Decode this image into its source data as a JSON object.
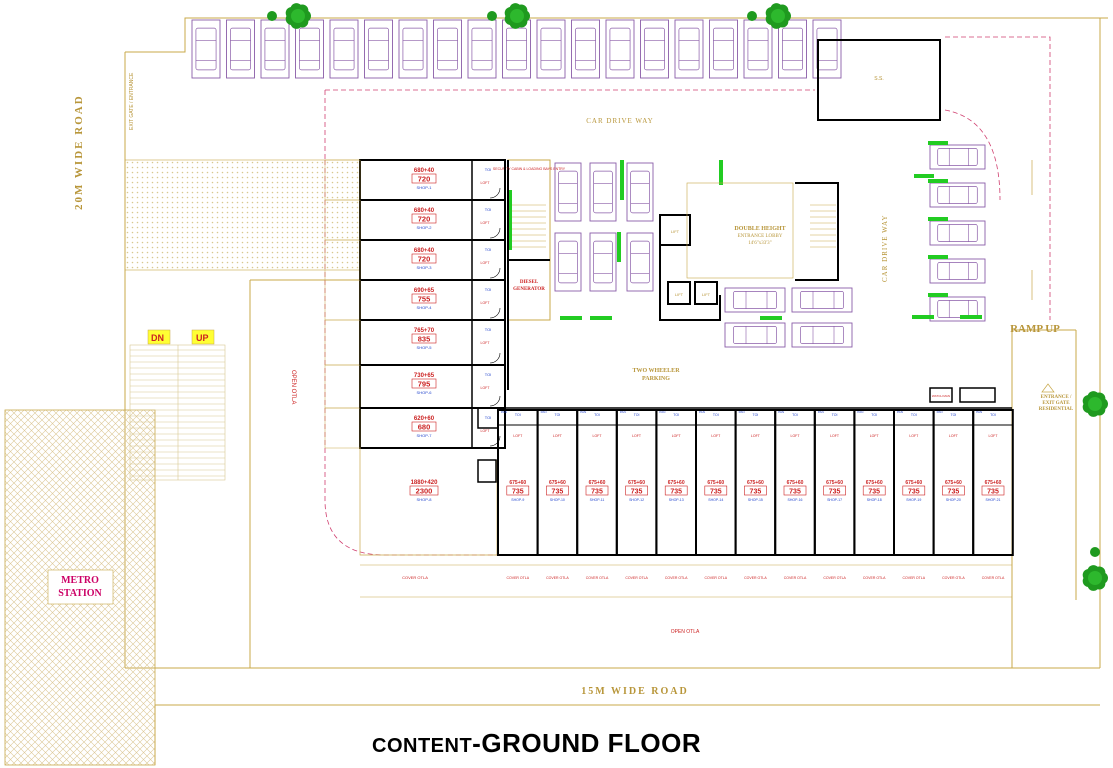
{
  "title": {
    "prefix": "CONTENT",
    "main": "GROUND FLOOR"
  },
  "roads": {
    "left": "20M WIDE ROAD",
    "bottom": "15M WIDE ROAD",
    "left_entry": "EXIT GATE / ENTRANCE"
  },
  "labels": {
    "car_drive_top": "CAR DRIVE WAY",
    "car_drive_right": "CAR DRIVE WAY",
    "ramp_up": "RAMP UP",
    "two_wheeler": "TWO WHEELER",
    "parking": "PARKING",
    "metro_1": "METRO",
    "metro_2": "STATION",
    "dn": "DN",
    "up": "UP",
    "sub_station": "S.S.",
    "diesel_1": "DIESEL",
    "diesel_2": "GENERATOR",
    "lobby_1": "DOUBLE HEIGHT",
    "lobby_2": "ENTRANCE LOBBY",
    "lobby_3": "14'6\"x33'3\"",
    "security": "SECURITY CABIN & LOADING BAYS ENTRY",
    "entrance_res_1": "ENTRANCE /",
    "entrance_res_2": "EXIT GATE",
    "entrance_res_3": "RESIDENTIAL",
    "open_otla": "OPEN OTLA",
    "covered_otla": "COVER OTLA",
    "loft": "LOFT",
    "toilet": "TOI",
    "pan": "PAN",
    "open_otla_side": "OPEN OTLA",
    "watch": "WATCH MAN",
    "lift": "LIFT"
  },
  "shops_left": [
    {
      "dim": "680+40",
      "area": "720",
      "name": "SHOP-1"
    },
    {
      "dim": "680+40",
      "area": "720",
      "name": "SHOP-2"
    },
    {
      "dim": "680+40",
      "area": "720",
      "name": "SHOP-3"
    },
    {
      "dim": "690+65",
      "area": "755",
      "name": "SHOP-4"
    },
    {
      "dim": "765+70",
      "area": "835",
      "name": "SHOP-5"
    },
    {
      "dim": "730+65",
      "area": "795",
      "name": "SHOP-6"
    },
    {
      "dim": "620+60",
      "area": "680",
      "name": "SHOP-7"
    },
    {
      "dim": "1880+420",
      "area": "2300",
      "name": "SHOP-8"
    }
  ],
  "shops_bottom": [
    {
      "dim": "675+60",
      "area": "735",
      "name": "SHOP-9"
    },
    {
      "dim": "675+60",
      "area": "735",
      "name": "SHOP-10"
    },
    {
      "dim": "675+60",
      "area": "735",
      "name": "SHOP-11"
    },
    {
      "dim": "675+60",
      "area": "735",
      "name": "SHOP-12"
    },
    {
      "dim": "675+60",
      "area": "735",
      "name": "SHOP-13"
    },
    {
      "dim": "675+60",
      "area": "735",
      "name": "SHOP-14"
    },
    {
      "dim": "675+60",
      "area": "735",
      "name": "SHOP-15"
    },
    {
      "dim": "675+60",
      "area": "735",
      "name": "SHOP-16"
    },
    {
      "dim": "675+60",
      "area": "735",
      "name": "SHOP-17"
    },
    {
      "dim": "675+60",
      "area": "735",
      "name": "SHOP-18"
    },
    {
      "dim": "675+60",
      "area": "735",
      "name": "SHOP-19"
    },
    {
      "dim": "675+60",
      "area": "735",
      "name": "SHOP-20"
    },
    {
      "dim": "675+60",
      "area": "735",
      "name": "SHOP-21"
    }
  ],
  "colors": {
    "boundary": "#c8a84a",
    "wall": "#000000",
    "car": "#8a5ca8",
    "green_mark": "#22cc22",
    "shop_dim": "#cc2222",
    "shop_area_box": "#cc2222",
    "shop_name": "#2244cc",
    "road_text": "#b8963a",
    "hatch": "#d8c890",
    "dashed": "#d04070",
    "tree": "#1f9a1f"
  }
}
